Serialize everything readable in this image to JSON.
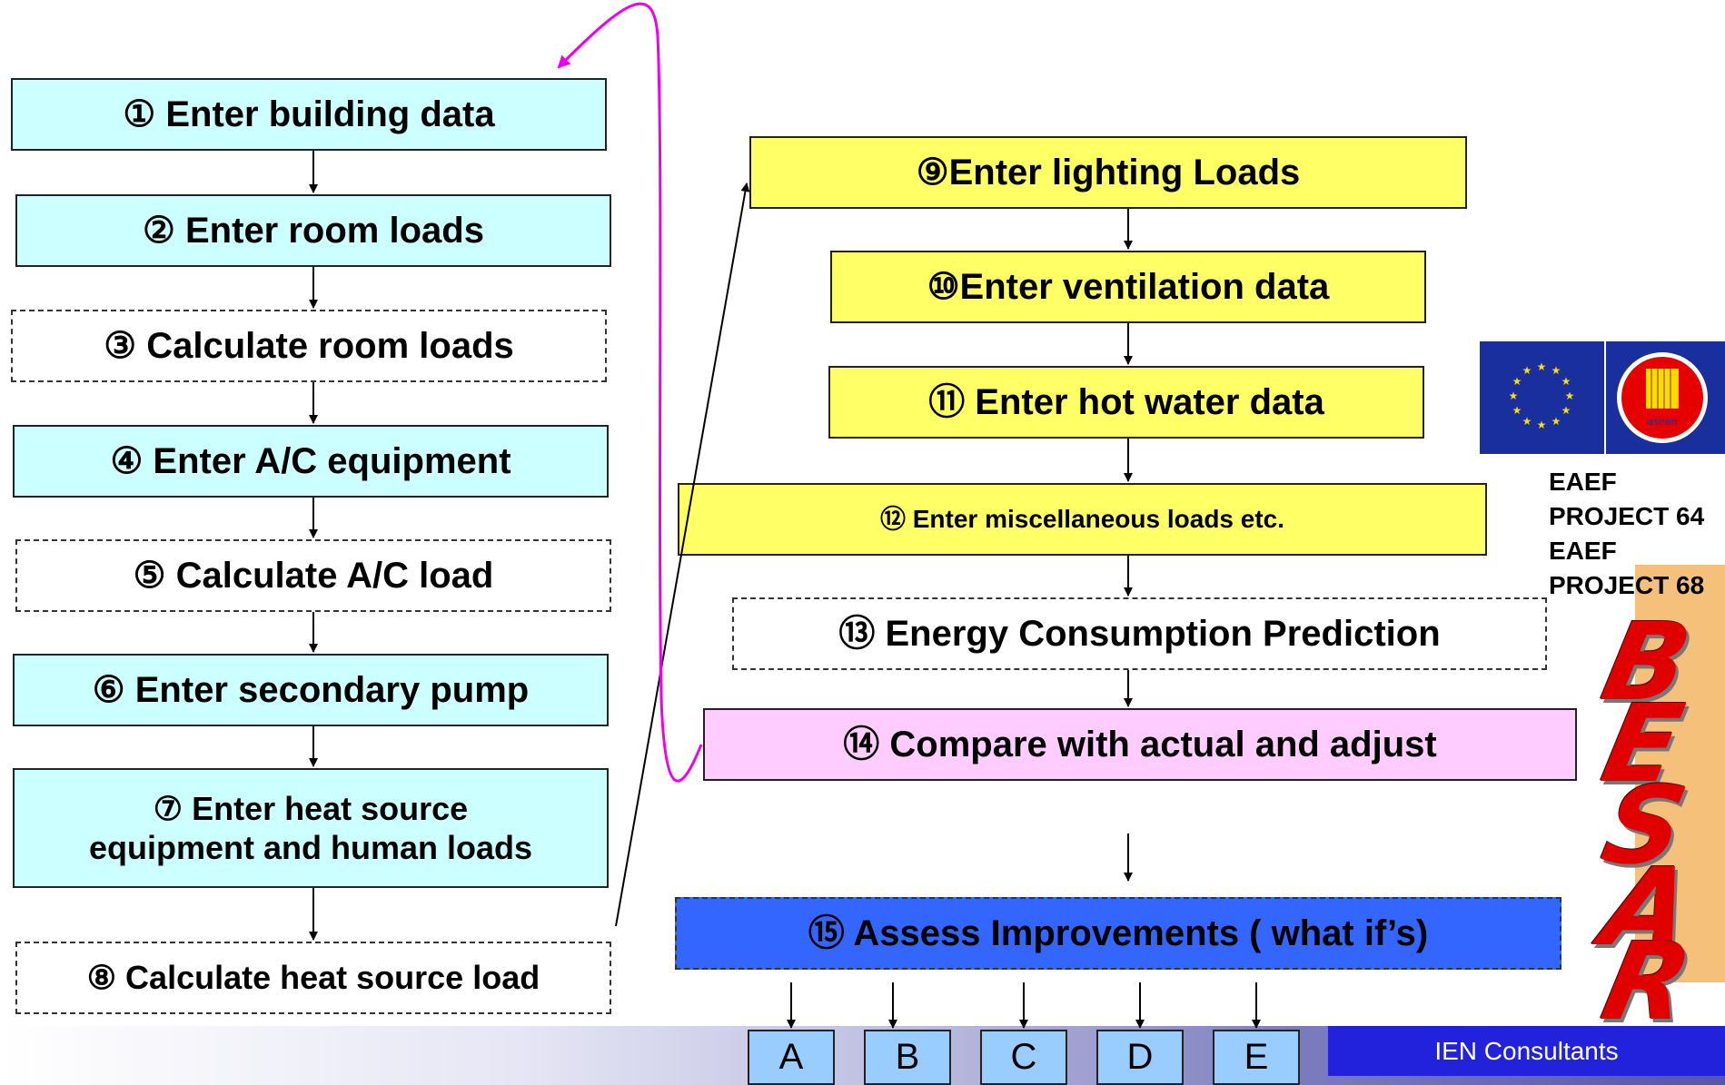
{
  "steps": {
    "s1": "① Enter building data",
    "s2": "② Enter room loads",
    "s3": "③ Calculate room loads",
    "s4": "④ Enter A/C equipment",
    "s5": "⑤ Calculate A/C load",
    "s6": "⑥ Enter secondary pump",
    "s7a": "⑦ Enter heat source",
    "s7b": "equipment and human loads",
    "s8": "⑧ Calculate heat source load",
    "s9": "⑨Enter lighting Loads",
    "s10": "⑩Enter ventilation data",
    "s11": "⑪ Enter hot water data",
    "s12": "⑫ Enter miscellaneous loads etc.",
    "s13": "⑬ Energy Consumption Prediction",
    "s14": "⑭ Compare with actual and adjust",
    "s15": "⑮ Assess Improvements ( what if’s)"
  },
  "options": [
    "A",
    "B",
    "C",
    "D",
    "E"
  ],
  "side": {
    "eaef1": "EAEF",
    "project64": "PROJECT 64",
    "eaef2": "EAEF",
    "project68": "PROJECT 68",
    "besar": [
      "B",
      "E",
      "S",
      "A",
      "R"
    ],
    "asean_logo_text": "asean"
  },
  "footer": {
    "company": "IEN Consultants"
  },
  "colors": {
    "input_step": "#ccffff",
    "load_step": "#ffff66",
    "compare_step": "#ffccff",
    "assess_step": "#3366ff",
    "loop_arrow": "#ee00ee",
    "besar_letters": "#e00000"
  }
}
